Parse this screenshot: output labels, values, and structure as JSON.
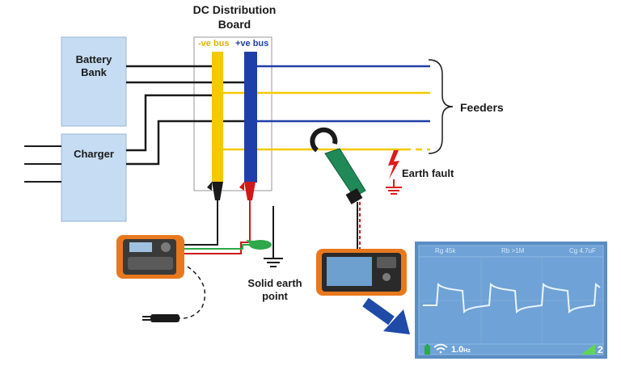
{
  "board_title_line1": "DC Distribution",
  "board_title_line2": "Board",
  "neg_bus_label": "-ve bus",
  "pos_bus_label": "+ve bus",
  "battery_line1": "Battery",
  "battery_line2": "Bank",
  "charger_label": "Charger",
  "feeders_label": "Feeders",
  "earth_fault_label": "Earth fault",
  "solid_earth_line1": "Solid earth",
  "solid_earth_line2": "point",
  "screen": {
    "top_readings": [
      "Rg 45k",
      "Rb >1M",
      "Cg 4.7uF"
    ],
    "frequency": "1.0",
    "frequency_unit": "Hz",
    "channel": "2"
  },
  "colors": {
    "negative_bus": "#f5c800",
    "positive_bus": "#1f3fa8",
    "box_fill": "#c5dcf3",
    "screen_bg": "#5b8dc4",
    "arrow": "#1f4aa8",
    "fault": "#e01b1b",
    "earth_lead": "#2ea84a",
    "test_lead": "#e01b1b",
    "instrument_body": "#e8781e"
  }
}
